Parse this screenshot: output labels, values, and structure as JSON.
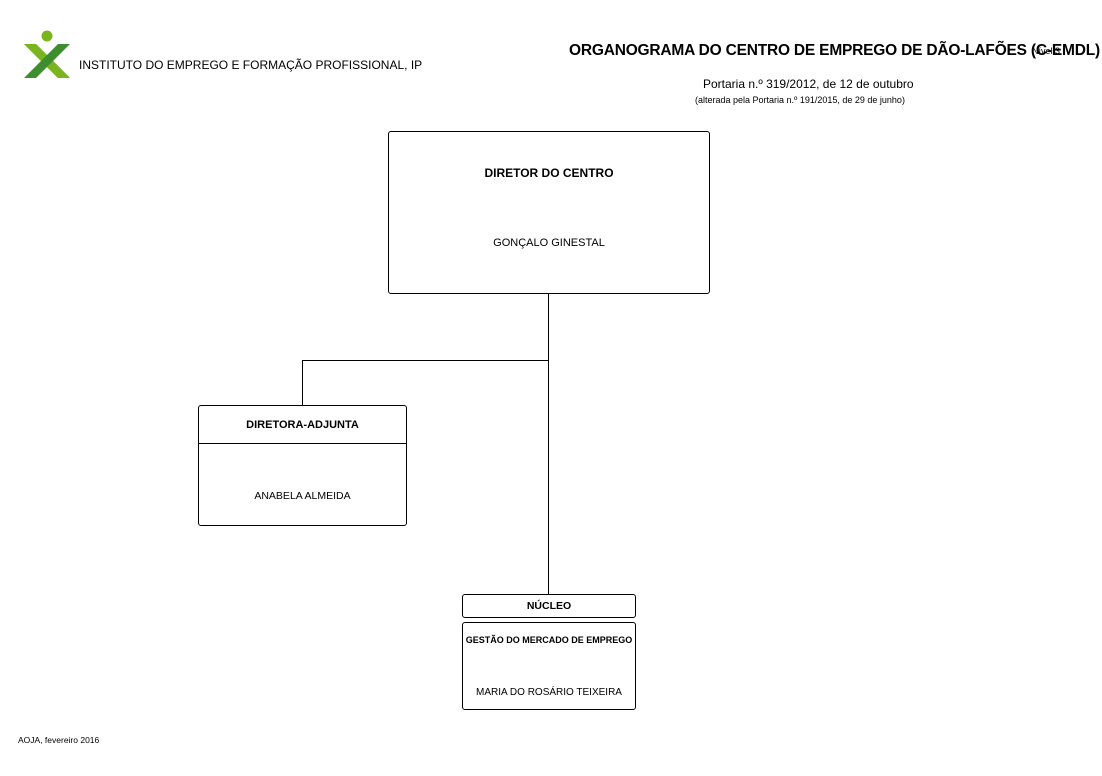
{
  "header": {
    "organization": "INSTITUTO DO EMPREGO E FORMAÇÃO PROFISSIONAL, IP",
    "title": "ORGANOGRAMA DO CENTRO DE EMPREGO DE DÃO-LAFÕES (C-EMDL)",
    "level": "Nível 3",
    "portaria": "Portaria n.º 319/2012, de 12 de outubro",
    "alteracao": "(alterada pela Portaria n.º 191/2015, de 29 de junho)"
  },
  "logo": {
    "icon": "iefp-logo-icon",
    "colors": {
      "green": "#7ab51d",
      "dark_green": "#3e8e2f"
    }
  },
  "nodes": {
    "director": {
      "title": "DIRETOR DO CENTRO",
      "name": "GONÇALO GINESTAL"
    },
    "deputy": {
      "title": "DIRETORA-ADJUNTA",
      "name": "ANABELA ALMEIDA"
    },
    "nucleo": {
      "title": "NÚCLEO",
      "unit": "GESTÃO DO MERCADO DE EMPREGO",
      "name": "MARIA DO ROSÁRIO TEIXEIRA"
    }
  },
  "footer": {
    "note": "AOJA, fevereiro 2016"
  }
}
